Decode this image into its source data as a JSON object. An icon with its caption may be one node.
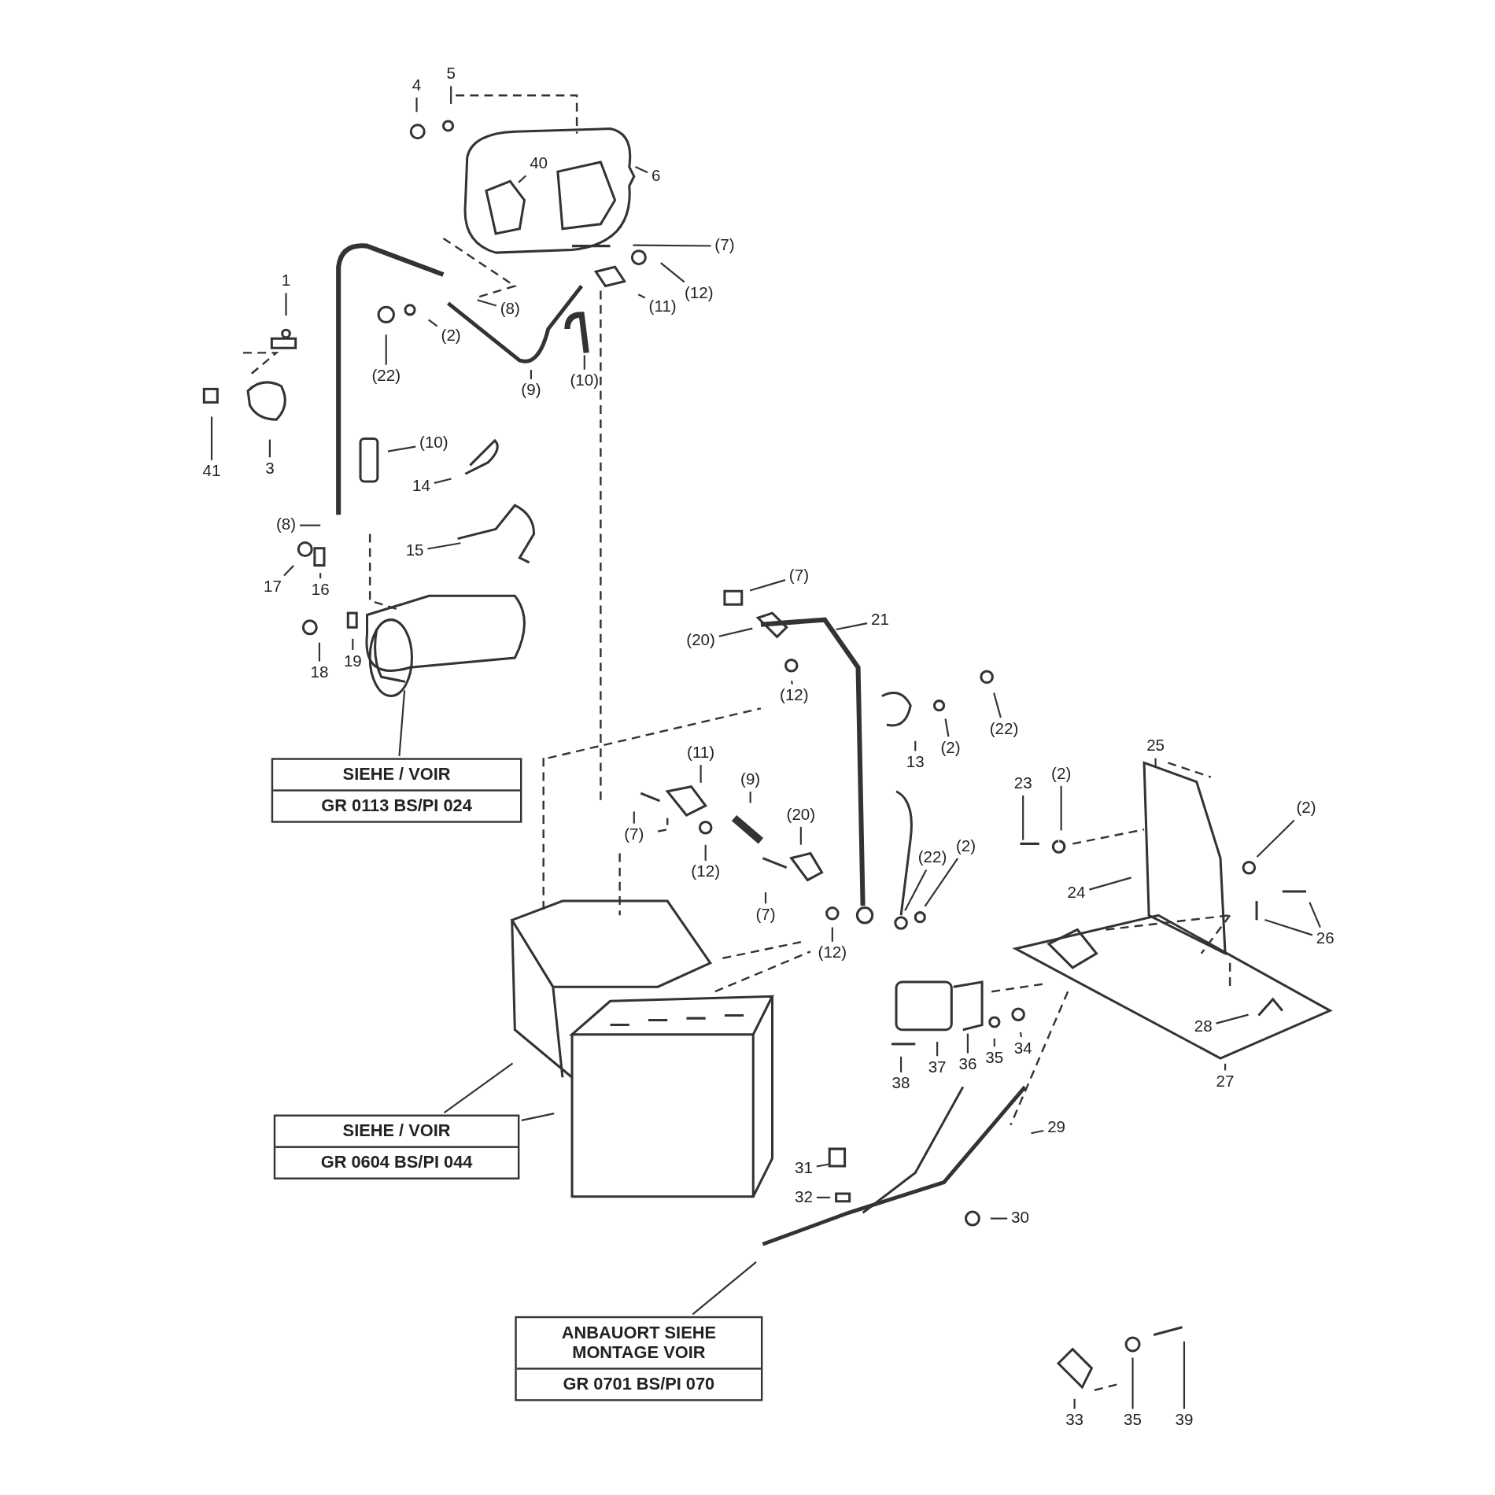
{
  "diagram": {
    "nodes": [
      {
        "text": [
          "4"
        ]
      },
      {
        "text": [
          "5"
        ]
      },
      {
        "text": [
          "40"
        ]
      },
      {
        "text": [
          "6"
        ]
      },
      {
        "text": [
          "(7)"
        ]
      },
      {
        "text": [
          "(12)"
        ]
      },
      {
        "text": [
          "(11)"
        ]
      },
      {
        "text": [
          "1"
        ]
      },
      {
        "text": [
          "(8)"
        ]
      },
      {
        "text": [
          "(2)"
        ]
      },
      {
        "text": [
          "(22)"
        ]
      },
      {
        "text": [
          "(9)"
        ]
      },
      {
        "text": [
          "(10)"
        ]
      },
      {
        "text": [
          "41"
        ]
      },
      {
        "text": [
          "3"
        ]
      },
      {
        "text": [
          "(10)"
        ]
      },
      {
        "text": [
          "14"
        ]
      },
      {
        "text": [
          "15"
        ]
      },
      {
        "text": [
          "(8)"
        ]
      },
      {
        "text": [
          "17"
        ]
      },
      {
        "text": [
          "16"
        ]
      },
      {
        "text": [
          "18"
        ]
      },
      {
        "text": [
          "19"
        ]
      },
      {
        "text": [
          "SIEHE / VOIR",
          "GR 0113 BS/PI 024"
        ]
      },
      {
        "text": [
          "(7)"
        ]
      },
      {
        "text": [
          "21"
        ]
      },
      {
        "text": [
          "(20)"
        ]
      },
      {
        "text": [
          "(12)"
        ]
      },
      {
        "text": [
          "13"
        ]
      },
      {
        "text": [
          "(2)"
        ]
      },
      {
        "text": [
          "(22)"
        ]
      },
      {
        "text": [
          "25"
        ]
      },
      {
        "text": [
          "(11)"
        ]
      },
      {
        "text": [
          "(9)"
        ]
      },
      {
        "text": [
          "(20)"
        ]
      },
      {
        "text": [
          "(7)"
        ]
      },
      {
        "text": [
          "(12)"
        ]
      },
      {
        "text": [
          "23"
        ]
      },
      {
        "text": [
          "(2)"
        ]
      },
      {
        "text": [
          "(2)"
        ]
      },
      {
        "text": [
          "(7)"
        ]
      },
      {
        "text": [
          "(12)"
        ]
      },
      {
        "text": [
          "(22)"
        ]
      },
      {
        "text": [
          "(2)"
        ]
      },
      {
        "text": [
          "24"
        ]
      },
      {
        "text": [
          "26"
        ]
      },
      {
        "text": [
          "28"
        ]
      },
      {
        "text": [
          "38"
        ]
      },
      {
        "text": [
          "37"
        ]
      },
      {
        "text": [
          "36"
        ]
      },
      {
        "text": [
          "35"
        ]
      },
      {
        "text": [
          "34"
        ]
      },
      {
        "text": [
          "27"
        ]
      },
      {
        "text": [
          "29"
        ]
      },
      {
        "text": [
          "SIEHE / VOIR",
          "GR 0604 BS/PI 044"
        ]
      },
      {
        "text": [
          "31"
        ]
      },
      {
        "text": [
          "32"
        ]
      },
      {
        "text": [
          "30"
        ]
      },
      {
        "text": [
          "ANBAUORT SIEHE MONTAGE VOIR",
          "GR 0701 BS/PI 070"
        ]
      },
      {
        "text": [
          "33"
        ]
      },
      {
        "text": [
          "35"
        ]
      },
      {
        "text": [
          "39"
        ]
      }
    ],
    "edges": [
      {
        "from": 0,
        "to": null,
        "arrow": "none"
      },
      {
        "from": 1,
        "to": null,
        "arrow": "none"
      },
      {
        "from": 2,
        "to": null,
        "arrow": "none"
      },
      {
        "from": 3,
        "to": null,
        "arrow": "none"
      },
      {
        "from": 4,
        "to": null,
        "arrow": "none"
      },
      {
        "from": 5,
        "to": null,
        "arrow": "none"
      },
      {
        "from": 6,
        "to": null,
        "arrow": "none"
      },
      {
        "from": 7,
        "to": null,
        "arrow": "none"
      },
      {
        "from": 8,
        "to": null,
        "arrow": "none"
      },
      {
        "from": 9,
        "to": null,
        "arrow": "none"
      },
      {
        "from": 10,
        "to": null,
        "arrow": "none"
      },
      {
        "from": 11,
        "to": null,
        "arrow": "none"
      },
      {
        "from": 12,
        "to": null,
        "arrow": "none"
      },
      {
        "from": 13,
        "to": null,
        "arrow": "none"
      },
      {
        "from": 14,
        "to": null,
        "arrow": "none"
      },
      {
        "from": 15,
        "to": null,
        "arrow": "none"
      },
      {
        "from": 16,
        "to": null,
        "arrow": "none"
      },
      {
        "from": 17,
        "to": null,
        "arrow": "none"
      },
      {
        "from": 18,
        "to": null,
        "arrow": "none"
      },
      {
        "from": 19,
        "to": null,
        "arrow": "none"
      },
      {
        "from": 20,
        "to": null,
        "arrow": "none"
      },
      {
        "from": 21,
        "to": null,
        "arrow": "none"
      },
      {
        "from": 22,
        "to": null,
        "arrow": "none"
      },
      {
        "from": 23,
        "to": null,
        "arrow": "none"
      },
      {
        "from": 24,
        "to": null,
        "arrow": "none"
      },
      {
        "from": 25,
        "to": null,
        "arrow": "none"
      },
      {
        "from": 26,
        "to": null,
        "arrow": "none"
      },
      {
        "from": 27,
        "to": null,
        "arrow": "none"
      },
      {
        "from": 28,
        "to": null,
        "arrow": "none"
      },
      {
        "from": 29,
        "to": null,
        "arrow": "none"
      },
      {
        "from": 30,
        "to": null,
        "arrow": "none"
      },
      {
        "from": 31,
        "to": null,
        "arrow": "none"
      },
      {
        "from": 32,
        "to": null,
        "arrow": "none"
      },
      {
        "from": 33,
        "to": null,
        "arrow": "none"
      },
      {
        "from": 34,
        "to": null,
        "arrow": "none"
      },
      {
        "from": 35,
        "to": null,
        "arrow": "none"
      },
      {
        "from": 36,
        "to": null,
        "arrow": "none"
      },
      {
        "from": 37,
        "to": null,
        "arrow": "none"
      },
      {
        "from": 38,
        "to": null,
        "arrow": "none"
      },
      {
        "from": 39,
        "to": null,
        "arrow": "none"
      },
      {
        "from": 40,
        "to": null,
        "arrow": "none"
      },
      {
        "from": 41,
        "to": null,
        "arrow": "none"
      },
      {
        "from": 42,
        "to": null,
        "arrow": "none"
      },
      {
        "from": 43,
        "to": null,
        "arrow": "none"
      },
      {
        "from": 44,
        "to": null,
        "arrow": "none"
      },
      {
        "from": 45,
        "to": null,
        "arrow": "none"
      },
      {
        "from": 45,
        "to": null,
        "arrow": "none"
      },
      {
        "from": 46,
        "to": null,
        "arrow": "none"
      },
      {
        "from": 47,
        "to": null,
        "arrow": "none"
      },
      {
        "from": 48,
        "to": null,
        "arrow": "none"
      },
      {
        "from": 49,
        "to": null,
        "arrow": "none"
      },
      {
        "from": 50,
        "to": null,
        "arrow": "none"
      },
      {
        "from": 51,
        "to": null,
        "arrow": "none"
      },
      {
        "from": 52,
        "to": null,
        "arrow": "none"
      },
      {
        "from": 53,
        "to": null,
        "arrow": "none"
      },
      {
        "from": 54,
        "to": null,
        "arrow": "none"
      },
      {
        "from": 54,
        "to": null,
        "arrow": "none"
      },
      {
        "from": 55,
        "to": null,
        "arrow": "none"
      },
      {
        "from": 56,
        "to": null,
        "arrow": "none"
      },
      {
        "from": 57,
        "to": null,
        "arrow": "none"
      },
      {
        "from": 58,
        "to": null,
        "arrow": "none"
      },
      {
        "from": 59,
        "to": null,
        "arrow": "none"
      },
      {
        "from": 60,
        "to": null,
        "arrow": "none"
      },
      {
        "from": 61,
        "to": null,
        "arrow": "none"
      }
    ]
  }
}
